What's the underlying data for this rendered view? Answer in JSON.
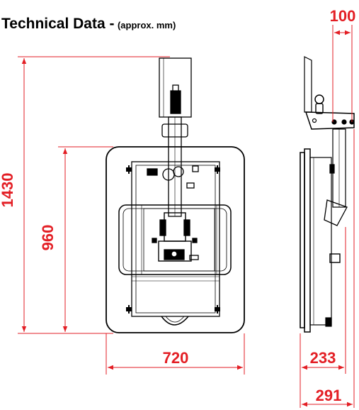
{
  "title": "Technical Data -",
  "subtitle": "(approx. mm)",
  "dimensions": {
    "height_total": "1430",
    "height_panel": "960",
    "width_panel": "720",
    "top_offset": "100",
    "depth_inner": "233",
    "depth_total": "291"
  },
  "colors": {
    "dimension": "#e31e24",
    "drawing": "#000000"
  }
}
